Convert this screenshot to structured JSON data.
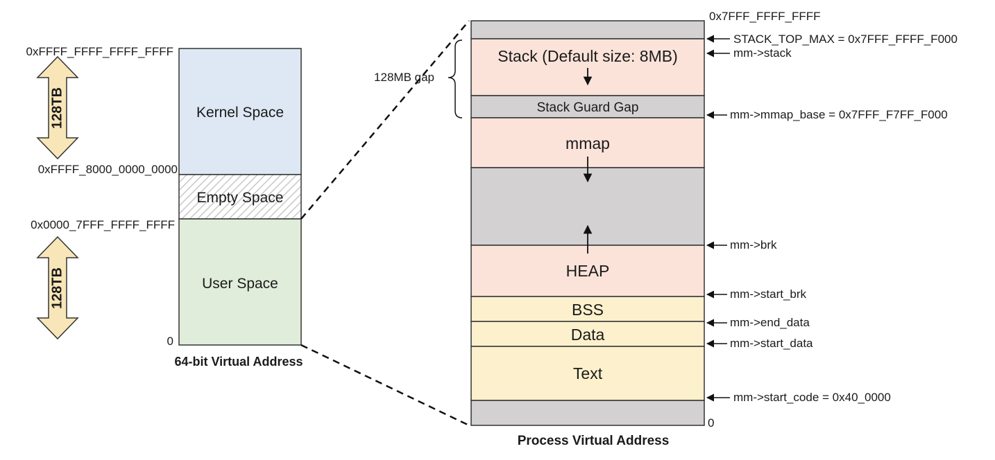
{
  "left": {
    "addr_top": "0xFFFF_FFFF_FFFF_FFFF",
    "addr_kernel_start": "0xFFFF_8000_0000_0000",
    "addr_user_end": "0x0000_7FFF_FFFF_FFFF",
    "addr_zero": "0",
    "arrow_top_label": "128TB",
    "arrow_bottom_label": "128TB",
    "kernel_label": "Kernel Space",
    "empty_label": "Empty Space",
    "user_label": "User Space",
    "caption": "64-bit Virtual Address"
  },
  "right": {
    "top_addr": "0x7FFF_FFFF_FFFF",
    "bottom_addr": "0",
    "stack_label": "Stack (Default size: 8MB)",
    "guard_label": "Stack Guard Gap",
    "mmap_label": "mmap",
    "heap_label": "HEAP",
    "bss_label": "BSS",
    "data_label": "Data",
    "text_label": "Text",
    "gap_label": "128MB gap",
    "caption": "Process Virtual Address",
    "annotations": {
      "stack_top_max": "STACK_TOP_MAX = 0x7FFF_FFFF_F000",
      "stack": "mm->stack",
      "mmap_base": "mm->mmap_base = 0x7FFF_F7FF_F000",
      "brk": "mm->brk",
      "start_brk": "mm->start_brk",
      "end_data": "mm->end_data",
      "start_data": "mm->start_data",
      "start_code": "mm->start_code = 0x40_0000"
    }
  },
  "colors": {
    "kernel": "#dde8f4",
    "empty_hatch": "#c8c8c8",
    "user": "#e0edda",
    "gray": "#d3d1d2",
    "salmon": "#fbe3da",
    "yellow": "#fdf1cd",
    "arrow_fill": "#f8e6b8"
  }
}
